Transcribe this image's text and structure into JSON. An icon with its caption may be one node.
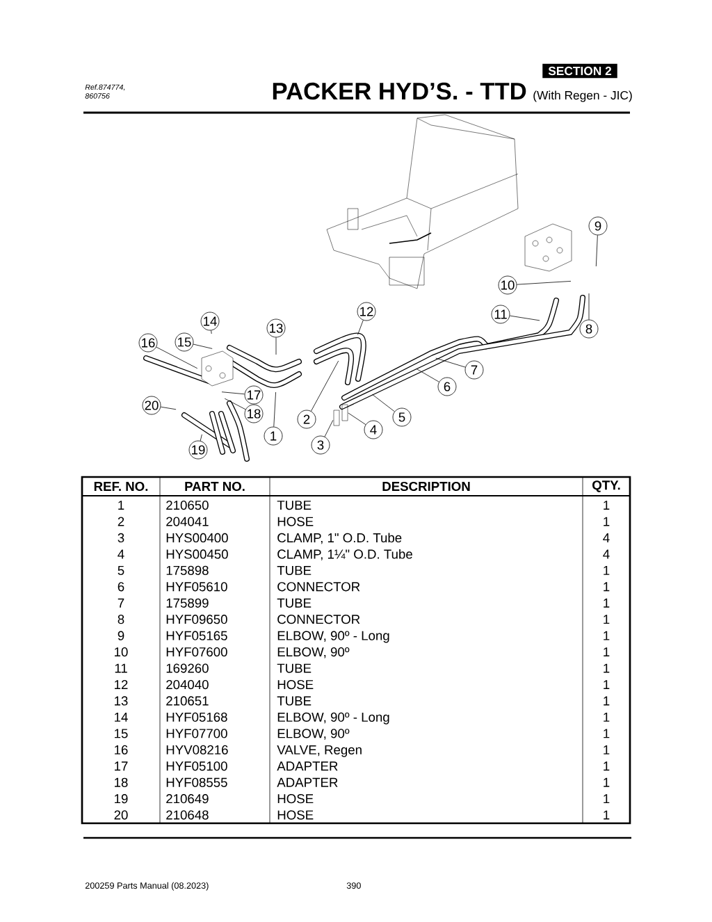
{
  "diagram": {
    "title": "PACKER HYD’S. - TTD",
    "nodes": [
      {
        "text": [
          "1"
        ]
      },
      {
        "text": [
          "2"
        ]
      },
      {
        "text": [
          "3"
        ]
      },
      {
        "text": [
          "4"
        ]
      },
      {
        "text": [
          "5"
        ]
      },
      {
        "text": [
          "6"
        ]
      },
      {
        "text": [
          "7"
        ]
      },
      {
        "text": [
          "8"
        ]
      },
      {
        "text": [
          "9"
        ]
      },
      {
        "text": [
          "10"
        ]
      },
      {
        "text": [
          "11"
        ]
      },
      {
        "text": [
          "12"
        ]
      },
      {
        "text": [
          "13"
        ]
      },
      {
        "text": [
          "14"
        ]
      },
      {
        "text": [
          "15"
        ]
      },
      {
        "text": [
          "16"
        ]
      },
      {
        "text": [
          "17"
        ]
      },
      {
        "text": [
          "18"
        ]
      },
      {
        "text": [
          "19"
        ]
      },
      {
        "text": [
          "20"
        ]
      }
    ],
    "edges": [
      {
        "from": 0,
        "to": null,
        "arrow": "none"
      },
      {
        "from": 1,
        "to": null,
        "arrow": "none"
      },
      {
        "from": 2,
        "to": null,
        "arrow": "none"
      },
      {
        "from": 3,
        "to": null,
        "arrow": "none"
      },
      {
        "from": 4,
        "to": null,
        "arrow": "none"
      },
      {
        "from": 5,
        "to": null,
        "arrow": "none"
      },
      {
        "from": 6,
        "to": null,
        "arrow": "none"
      },
      {
        "from": 7,
        "to": null,
        "arrow": "none"
      },
      {
        "from": 8,
        "to": null,
        "arrow": "none"
      },
      {
        "from": 9,
        "to": null,
        "arrow": "none"
      },
      {
        "from": 10,
        "to": null,
        "arrow": "none"
      },
      {
        "from": 11,
        "to": null,
        "arrow": "none"
      },
      {
        "from": 12,
        "to": null,
        "arrow": "none"
      },
      {
        "from": 13,
        "to": null,
        "arrow": "none"
      },
      {
        "from": 14,
        "to": null,
        "arrow": "none"
      },
      {
        "from": 15,
        "to": null,
        "arrow": "none"
      },
      {
        "from": 16,
        "to": null,
        "arrow": "none"
      },
      {
        "from": 17,
        "to": null,
        "arrow": "none"
      },
      {
        "from": 18,
        "to": null,
        "arrow": "none"
      },
      {
        "from": 19,
        "to": null,
        "arrow": "none"
      }
    ],
    "labels": [
      "SECTION 2",
      "Ref.874774, 860756",
      "(With Regen - JIC)",
      "REF. NO.",
      "PART NO.",
      "DESCRIPTION",
      "QTY.",
      "1",
      "210650",
      "TUBE",
      "1",
      "2",
      "204041",
      "HOSE",
      "1",
      "3",
      "HYS00400",
      "CLAMP, 1\" O.D. Tube",
      "4",
      "4",
      "HYS00450",
      "CLAMP, 1¼\" O.D. Tube",
      "4",
      "5",
      "175898",
      "TUBE",
      "1",
      "6",
      "HYF05610",
      "CONNECTOR",
      "1",
      "7",
      "175899",
      "TUBE",
      "1",
      "8",
      "HYF09650",
      "CONNECTOR",
      "1",
      "9",
      "HYF05165",
      "ELBOW, 90º - Long",
      "1",
      "10",
      "HYF07600",
      "ELBOW, 90º",
      "1",
      "11",
      "169260",
      "TUBE",
      "1",
      "12",
      "204040",
      "HOSE",
      "1",
      "13",
      "210651",
      "TUBE",
      "1",
      "14",
      "HYF05168",
      "ELBOW, 90º - Long",
      "1",
      "15",
      "HYF07700",
      "ELBOW, 90º",
      "1",
      "16",
      "HYV08216",
      "VALVE, Regen",
      "1",
      "17",
      "HYF05100",
      "ADAPTER",
      "1",
      "18",
      "HYF08555",
      "ADAPTER",
      "1",
      "19",
      "210649",
      "HOSE",
      "1",
      "20",
      "210648",
      "HOSE",
      "1",
      "200259 Parts Manual (08.2023)",
      "390"
    ]
  }
}
